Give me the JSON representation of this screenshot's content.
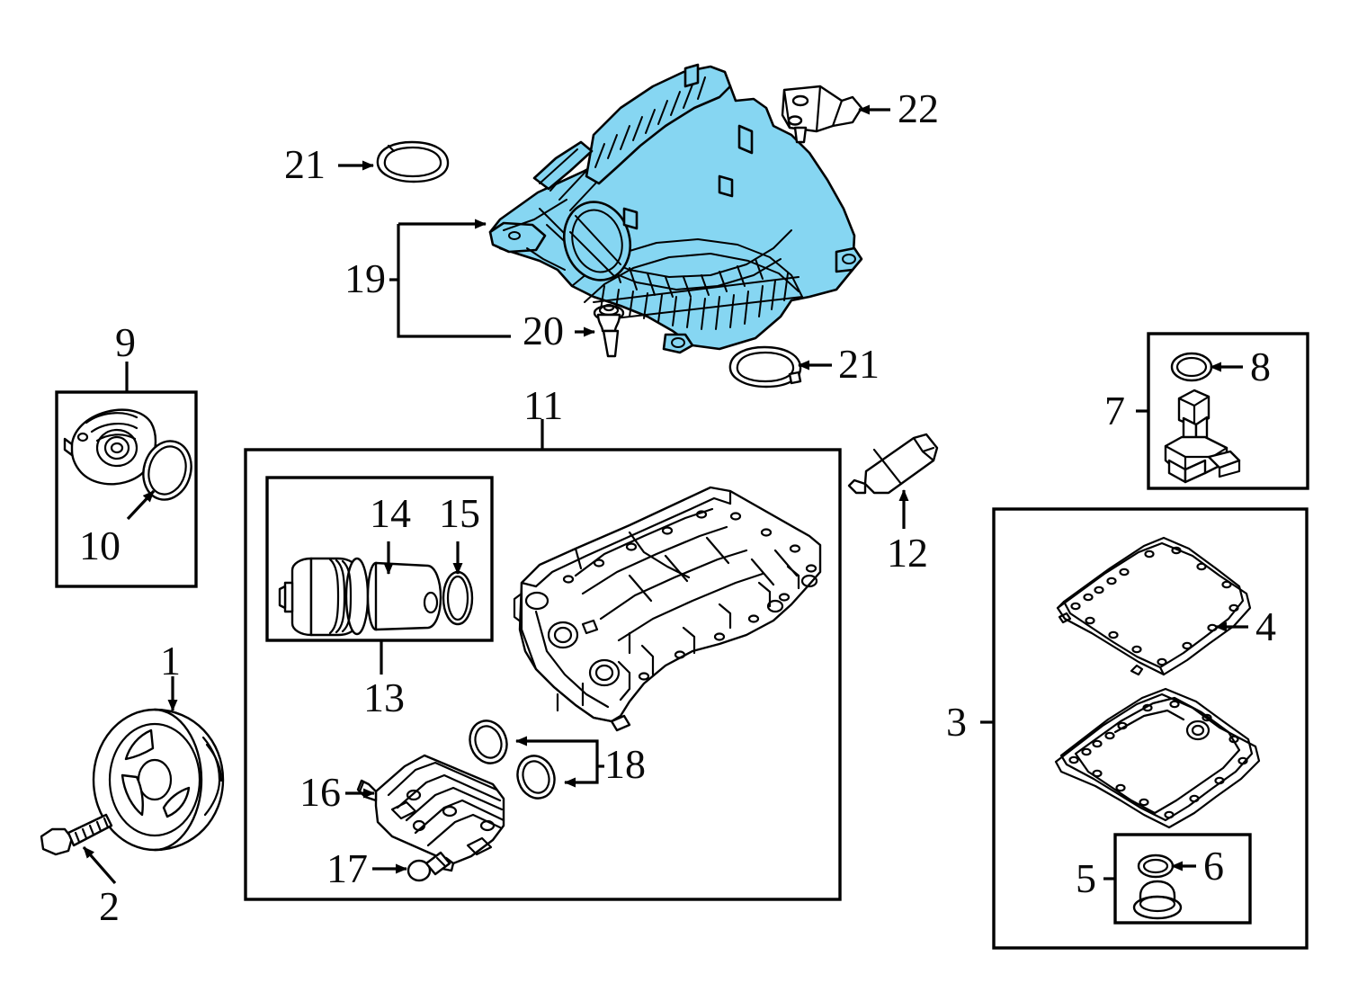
{
  "diagram": {
    "title": "Engine Intake Manifold and Oil System Exploded Parts Diagram",
    "type": "automotive-exploded-parts-diagram",
    "background_color": "#ffffff",
    "line_color": "#000000",
    "highlight_color": "#86d6f2",
    "highlight_part": "intake manifold"
  },
  "callouts": {
    "n1": "1",
    "n2": "2",
    "n3": "3",
    "n4": "4",
    "n5": "5",
    "n6": "6",
    "n7": "7",
    "n8": "8",
    "n9": "9",
    "n10": "10",
    "n11": "11",
    "n12": "12",
    "n13": "13",
    "n14": "14",
    "n15": "15",
    "n16": "16",
    "n17": "17",
    "n18": "18",
    "n19": "19",
    "n20": "20",
    "n21a": "21",
    "n21b": "21",
    "n22": "22"
  },
  "parts": [
    {
      "ref": "1",
      "name": "crankshaft-pulley",
      "group": "none"
    },
    {
      "ref": "2",
      "name": "pulley-bolt",
      "group": "none"
    },
    {
      "ref": "3",
      "name": "oil-pan-kit",
      "group": "box-3"
    },
    {
      "ref": "4",
      "name": "oil-pan-gasket",
      "group": "box-3"
    },
    {
      "ref": "5",
      "name": "drain-plug-kit",
      "group": "box-5"
    },
    {
      "ref": "6",
      "name": "drain-plug-seal",
      "group": "box-5"
    },
    {
      "ref": "7",
      "name": "oil-level-sensor-kit",
      "group": "box-7"
    },
    {
      "ref": "8",
      "name": "oil-level-sensor-o-ring",
      "group": "box-7"
    },
    {
      "ref": "9",
      "name": "thermostat-housing-kit",
      "group": "box-9"
    },
    {
      "ref": "10",
      "name": "thermostat-seal",
      "group": "box-9"
    },
    {
      "ref": "11",
      "name": "oil-filter-and-cooler-group",
      "group": "box-11"
    },
    {
      "ref": "12",
      "name": "sealant-tube",
      "group": "none"
    },
    {
      "ref": "13",
      "name": "oil-filter-assembly",
      "group": "box-13"
    },
    {
      "ref": "14",
      "name": "oil-filter-element",
      "group": "box-13"
    },
    {
      "ref": "15",
      "name": "oil-filter-o-ring",
      "group": "box-13"
    },
    {
      "ref": "16",
      "name": "engine-oil-cooler",
      "group": "box-11"
    },
    {
      "ref": "17",
      "name": "oil-cooler-bolt",
      "group": "box-11"
    },
    {
      "ref": "18",
      "name": "oil-cooler-seal",
      "group": "box-11"
    },
    {
      "ref": "19",
      "name": "intake-manifold-group",
      "group": "none"
    },
    {
      "ref": "20",
      "name": "intake-manifold-bolt",
      "group": "none"
    },
    {
      "ref": "21",
      "name": "intake-manifold-gasket",
      "group": "none"
    },
    {
      "ref": "22",
      "name": "intake-manifold-sensor",
      "group": "none"
    }
  ]
}
